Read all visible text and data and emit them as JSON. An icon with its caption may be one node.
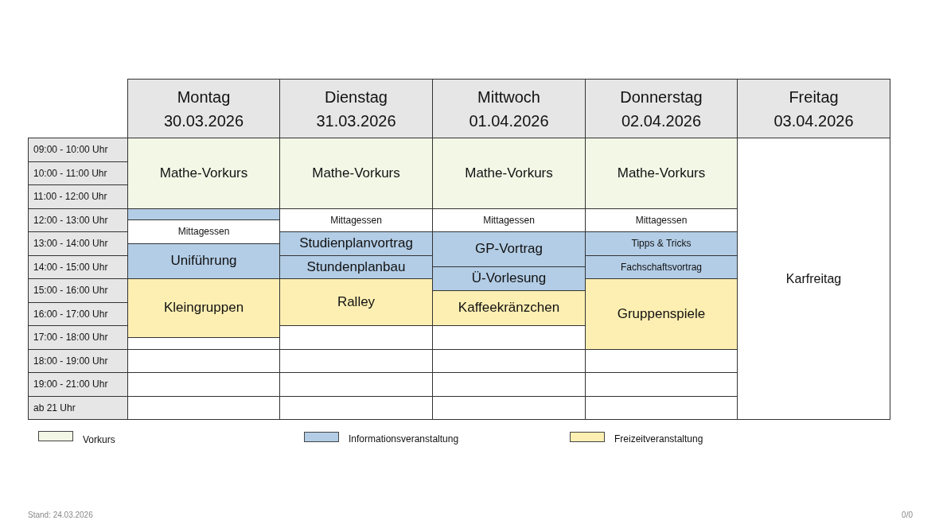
{
  "diagram": {
    "nodes": [
      {
        "text": [
          "Montag",
          "30.03.2026"
        ]
      },
      {
        "text": [
          "Dienstag",
          "31.03.2026"
        ]
      },
      {
        "text": [
          "Mittwoch",
          "01.04.2026"
        ]
      },
      {
        "text": [
          "Donnerstag",
          "02.04.2026"
        ]
      },
      {
        "text": [
          "Freitag",
          "03.04.2026"
        ]
      },
      {
        "text": [
          "09:00 - 10:00 Uhr"
        ]
      },
      {
        "text": [
          "10:00 - 11:00 Uhr"
        ]
      },
      {
        "text": [
          "11:00 - 12:00 Uhr"
        ]
      },
      {
        "text": [
          "12:00 - 13:00 Uhr"
        ]
      },
      {
        "text": [
          "13:00 - 14:00 Uhr"
        ]
      },
      {
        "text": [
          "14:00 - 15:00 Uhr"
        ]
      },
      {
        "text": [
          "15:00 - 16:00 Uhr"
        ]
      },
      {
        "text": [
          "16:00 - 17:00 Uhr"
        ]
      },
      {
        "text": [
          "17:00 - 18:00 Uhr"
        ]
      },
      {
        "text": [
          "18:00 - 19:00 Uhr"
        ]
      },
      {
        "text": [
          "19:00 - 21:00 Uhr"
        ]
      },
      {
        "text": [
          "ab 21 Uhr"
        ]
      },
      {
        "text": [
          "Mathe-Vorkurs"
        ]
      },
      {
        "text": [],
        "shape": "box"
      },
      {
        "text": [
          "Mittagessen"
        ]
      },
      {
        "text": [
          "Uniführung"
        ]
      },
      {
        "text": [
          "Kleingruppen"
        ]
      },
      {
        "text": [
          "Mathe-Vorkurs"
        ]
      },
      {
        "text": [
          "Mittagessen"
        ]
      },
      {
        "text": [
          "Studienplanvortrag"
        ]
      },
      {
        "text": [
          "Stundenplanbau"
        ]
      },
      {
        "text": [
          "Ralley"
        ]
      },
      {
        "text": [
          "Mathe-Vorkurs"
        ]
      },
      {
        "text": [
          "Mittagessen"
        ]
      },
      {
        "text": [
          "GP-Vortrag"
        ]
      },
      {
        "text": [
          "Ü-Vorlesung"
        ]
      },
      {
        "text": [
          "Kaffeekränzchen"
        ]
      },
      {
        "text": [
          "Mathe-Vorkurs"
        ]
      },
      {
        "text": [
          "Mittagessen"
        ]
      },
      {
        "text": [
          "Tipps & Tricks"
        ]
      },
      {
        "text": [
          "Fachschaftsvortrag"
        ]
      },
      {
        "text": [
          "Gruppenspiele"
        ]
      },
      {
        "text": [
          "Karfreitag"
        ]
      }
    ],
    "labels": [
      "Stand: 24.03.2026",
      "0/0"
    ],
    "legend": [
      {
        "text": "Vorkurs",
        "color": "#f3f7e6"
      },
      {
        "text": "Informationsveranstaltung",
        "color": "#b3cde6"
      },
      {
        "text": "Freizeitveranstaltung",
        "color": "#fdefb2"
      }
    ]
  }
}
